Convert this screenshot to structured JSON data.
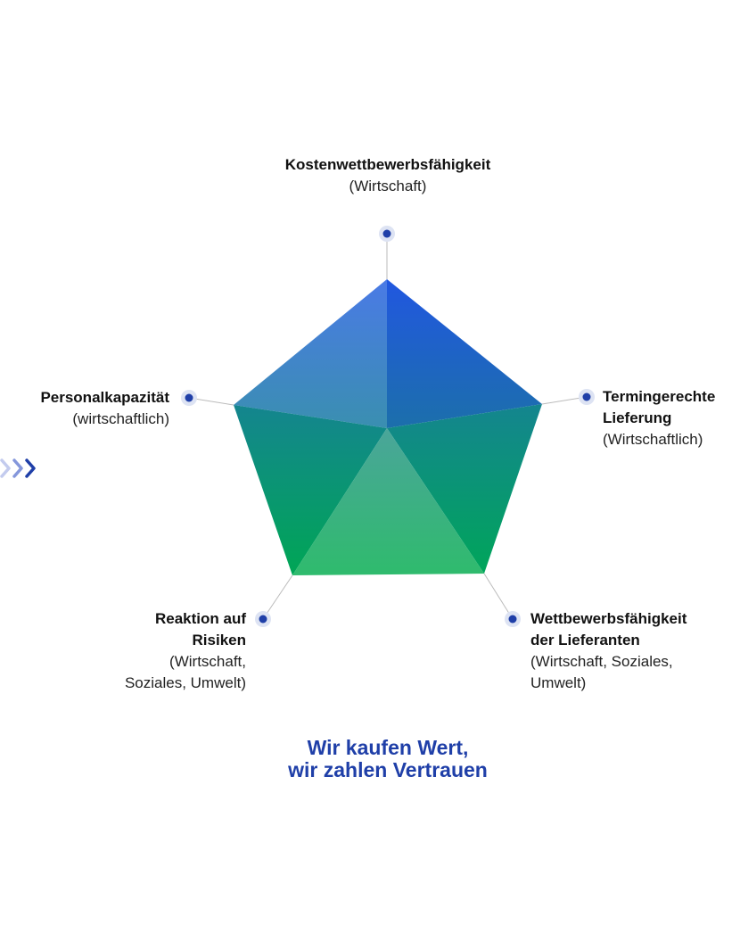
{
  "axes": [
    {
      "title": "Kostenwettbewerbsfähigkeit",
      "subtitle": "(Wirtschaft)"
    },
    {
      "title": "Termingerechte\nLieferung",
      "subtitle": "(Wirtschaftlich)"
    },
    {
      "title": "Wettbewerbsfähigkeit\nder Lieferanten",
      "subtitle": "(Wirtschaft, Soziales,\nUmwelt)"
    },
    {
      "title": "Reaktion auf\nRisiken",
      "subtitle": "(Wirtschaft,\nSoziales, Umwelt)"
    },
    {
      "title": "Personalkapazität",
      "subtitle": "(wirtschaftlich)"
    }
  ],
  "tagline": "Wir kaufen Wert,\nwir zahlen Vertrauen",
  "colors": {
    "accent_blue": "#1f3fa8",
    "dot": "#1f3fa8",
    "dot_ring": "#dde3f3",
    "connector": "#bbbbbb",
    "chevron_dark": "#1f3fa8",
    "chevron_light": "#9aa9dc"
  },
  "icons": {
    "decoration": "chevrons-right-icon"
  }
}
